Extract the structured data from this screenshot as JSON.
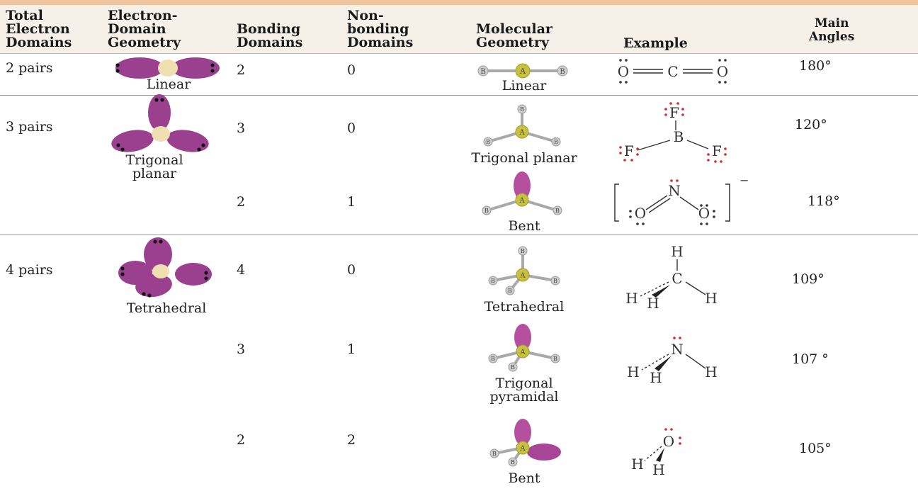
{
  "headers": {
    "total": [
      "Total",
      "Electron",
      "Domains"
    ],
    "edgeo": [
      "Electron-",
      "Domain",
      "Geometry"
    ],
    "bonding": [
      "Bonding",
      "Domains"
    ],
    "nonbonding": [
      "Non-",
      "bonding",
      "Domains"
    ],
    "molgeo": [
      "Molecular",
      "Geometry"
    ],
    "example": "Example",
    "angles": [
      "Main",
      "Angles"
    ]
  },
  "rows": [
    {
      "total": "2 pairs",
      "edgeo": "Linear",
      "bonding": "2",
      "nonbonding": "0",
      "molgeo": "Linear",
      "angle": "180°"
    },
    {
      "total": "3 pairs",
      "edgeo": [
        "Trigonal",
        "planar"
      ],
      "bonding": "3",
      "nonbonding": "0",
      "molgeo": "Trigonal planar",
      "angle": "120°"
    },
    {
      "bonding": "2",
      "nonbonding": "1",
      "molgeo": "Bent",
      "angle": "118°"
    },
    {
      "total": "4 pairs",
      "edgeo": "Tetrahedral",
      "bonding": "4",
      "nonbonding": "0",
      "molgeo": "Tetrahedral",
      "angle": "109°"
    },
    {
      "bonding": "3",
      "nonbonding": "1",
      "molgeo": [
        "Trigonal",
        "pyramidal"
      ],
      "angle": "107 °"
    },
    {
      "bonding": "2",
      "nonbonding": "2",
      "molgeo": "Bent",
      "angle": "105°"
    }
  ],
  "atoms": {
    "a": "A",
    "b": "B",
    "c": "C",
    "o": "O",
    "f": "F",
    "n": "N",
    "h": "H",
    "charge": "−"
  },
  "colors": {
    "lobe": "#9b3f8f",
    "center": "#f0dfb0",
    "atom_a": "#c8c040",
    "atom_b": "#cfcfcf",
    "lone_pair": "#d42a2a",
    "header_bg": "#f6f1e8"
  }
}
